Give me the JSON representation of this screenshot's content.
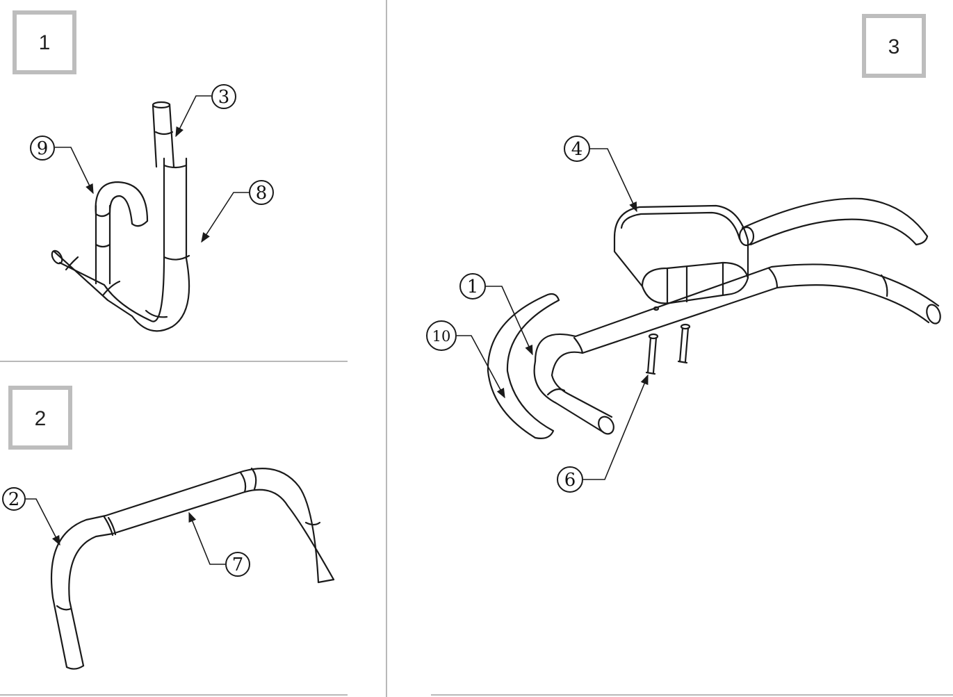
{
  "steps": [
    {
      "number": "1"
    },
    {
      "number": "2"
    },
    {
      "number": "3"
    }
  ],
  "callouts": {
    "step1": {
      "c9": "9",
      "c3": "3",
      "c8": "8"
    },
    "step2": {
      "c2": "2",
      "c7": "7"
    },
    "step3": {
      "c4": "4",
      "c1": "1",
      "c10": "10",
      "c6": "6"
    }
  },
  "colors": {
    "line": "#1a1a1a",
    "frame": "#bdbdbd",
    "divider": "#b8b8b8"
  }
}
